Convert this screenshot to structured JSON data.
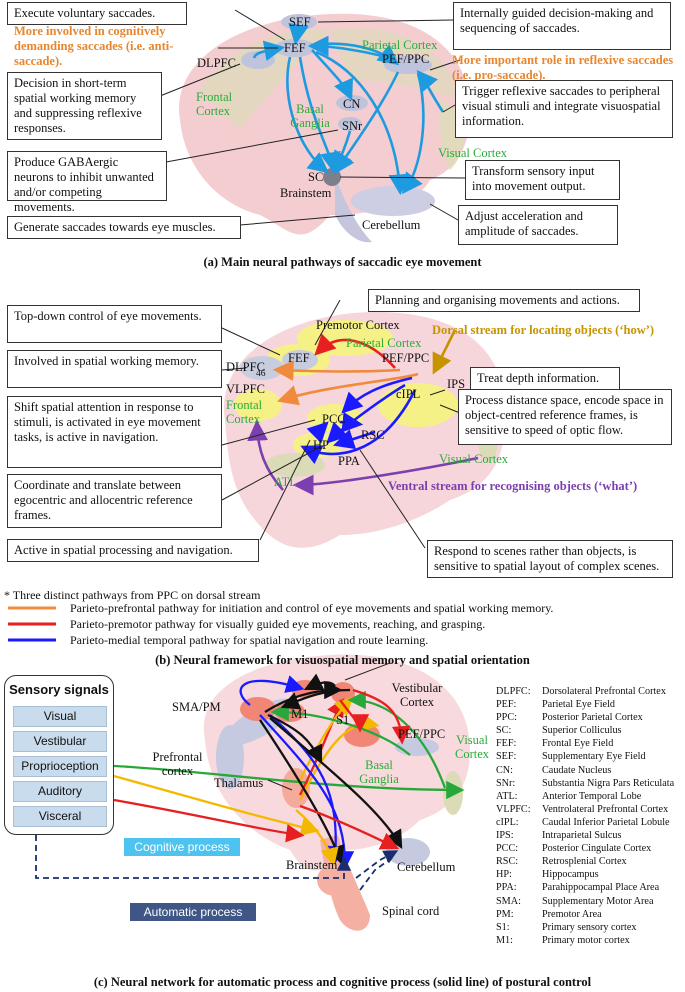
{
  "panel_a": {
    "caption": "(a) Main neural pathways of saccadic eye movement",
    "regions": {
      "sef": "SEF",
      "fef": "FEF",
      "parietal": "Parietal Cortex",
      "pef_ppc": "PEF/PPC",
      "dlpfc": "DLPFC",
      "frontal": "Frontal Cortex",
      "cn": "CN",
      "snr": "SNr",
      "basal": "Basal Ganglia",
      "visual": "Visual Cortex",
      "sc": "SC",
      "brainstem": "Brainstem",
      "cerebellum": "Cerebellum"
    },
    "notes": {
      "anti": "More involved in cognitively demanding saccades (i.e. anti-saccade).",
      "pro": "More important role in reflexive saccades (i.e. pro-saccade)."
    },
    "boxes": {
      "voluntary": "Execute voluntary saccades.",
      "internally": "Internally guided decision-making and sequencing of saccades.",
      "decision": "Decision in short-term spatial working memory and suppressing reflexive responses.",
      "trigger": "Trigger reflexive saccades to peripheral visual stimuli and integrate visuospatial information.",
      "gaba": "Produce GABAergic neurons to inhibit unwanted and/or competing movements.",
      "transform": "Transform sensory input into movement output.",
      "generate": "Generate saccades towards eye muscles.",
      "adjust": "Adjust acceleration and amplitude of saccades."
    }
  },
  "panel_b": {
    "caption": "(b) Neural framework for visuospatial memory and spatial orientation",
    "regions": {
      "premotor": "Premotor Cortex",
      "fef": "FEF",
      "parietal": "Parietal Cortex",
      "pef_ppc": "PEF/PPC",
      "dlpfc": "DLPFC",
      "n46": "46",
      "vlpfc": "VLPFC",
      "frontal": "Frontal Cortex",
      "cipl": "cIPL",
      "ips": "IPS",
      "pcc": "PCC",
      "rsc": "RSC",
      "hp": "HP",
      "ppa": "PPA",
      "atl": "ATL",
      "visual": "Visual Cortex"
    },
    "streams": {
      "dorsal": "Dorsal stream for locating objects (‘how’)",
      "ventral": "Ventral stream for recognising objects (‘what’)"
    },
    "boxes": {
      "planning": "Planning and organising movements and actions.",
      "topdown": "Top-down control of eye movements.",
      "involved": "Involved in spatial working memory.",
      "depth": "Treat depth information.",
      "shift": "Shift spatial attention in response to stimuli, is activated in eye movement tasks, is active in navigation.",
      "process": "Process distance space, encode space in object-centred reference frames, is sensitive to speed of optic flow.",
      "coordinate": "Coordinate and translate between egocentric and allocentric reference frames.",
      "active": "Active in spatial processing and navigation.",
      "respond": "Respond to scenes rather than objects, is sensitive to spatial layout of complex scenes."
    },
    "legend": {
      "title": "* Three distinct pathways from PPC on dorsal stream",
      "items": [
        {
          "label": "Parieto-prefrontal pathway for initiation and control of eye movements and spatial working memory.",
          "color": "#f08a3c"
        },
        {
          "label": "Parieto-premotor pathway for visually guided eye movements, reaching, and grasping.",
          "color": "#e62020"
        },
        {
          "label": "Parieto-medial temporal pathway for spatial navigation and route learning.",
          "color": "#1a1aff"
        }
      ]
    }
  },
  "panel_c": {
    "caption": "(c) Neural network for automatic process and cognitive process (solid line) of postural control",
    "regions": {
      "vestibular_cortex": "Vestibular Cortex",
      "sma_pm": "SMA/PM",
      "m1": "M1",
      "s1": "S1",
      "pef_ppc": "PEF/PPC",
      "prefrontal": "Prefrontal cortex",
      "basal": "Basal Ganglia",
      "visual": "Visual Cortex",
      "thalamus": "Thalamus",
      "brainstem": "Brainstem",
      "cerebellum": "Cerebellum",
      "spinal": "Spinal cord"
    },
    "sensory": {
      "title": "Sensory signals",
      "items": [
        "Visual",
        "Vestibular",
        "Proprioception",
        "Auditory",
        "Visceral"
      ]
    },
    "cognitive": "Cognitive process",
    "automatic": "Automatic process",
    "abbreviations": [
      {
        "k": "DLPFC:",
        "v": "Dorsolateral Prefrontal Cortex"
      },
      {
        "k": "PEF:",
        "v": "Parietal Eye Field"
      },
      {
        "k": "PPC:",
        "v": "Posterior Parietal Cortex"
      },
      {
        "k": "SC:",
        "v": "Superior Colliculus"
      },
      {
        "k": "FEF:",
        "v": "Frontal Eye Field"
      },
      {
        "k": "SEF:",
        "v": "Supplementary Eye Field"
      },
      {
        "k": "CN:",
        "v": "Caudate Nucleus"
      },
      {
        "k": "SNr:",
        "v": "Substantia Nigra Pars Reticulata"
      },
      {
        "k": "ATL:",
        "v": "Anterior Temporal Lobe"
      },
      {
        "k": "VLPFC:",
        "v": "Ventrolateral Prefrontal Cortex"
      },
      {
        "k": "cIPL:",
        "v": "Caudal Inferior Parietal Lobule"
      },
      {
        "k": "IPS:",
        "v": "Intraparietal Sulcus"
      },
      {
        "k": "PCC:",
        "v": "Posterior Cingulate Cortex"
      },
      {
        "k": "RSC:",
        "v": "Retrosplenial Cortex"
      },
      {
        "k": "HP:",
        "v": "Hippocampus"
      },
      {
        "k": "PPA:",
        "v": "Parahippocampal Place Area"
      },
      {
        "k": "SMA:",
        "v": "Supplementary Motor Area"
      },
      {
        "k": "PM:",
        "v": "Premotor Area"
      },
      {
        "k": "S1:",
        "v": "Primary sensory cortex"
      },
      {
        "k": "M1:",
        "v": "Primary motor cortex"
      }
    ]
  }
}
